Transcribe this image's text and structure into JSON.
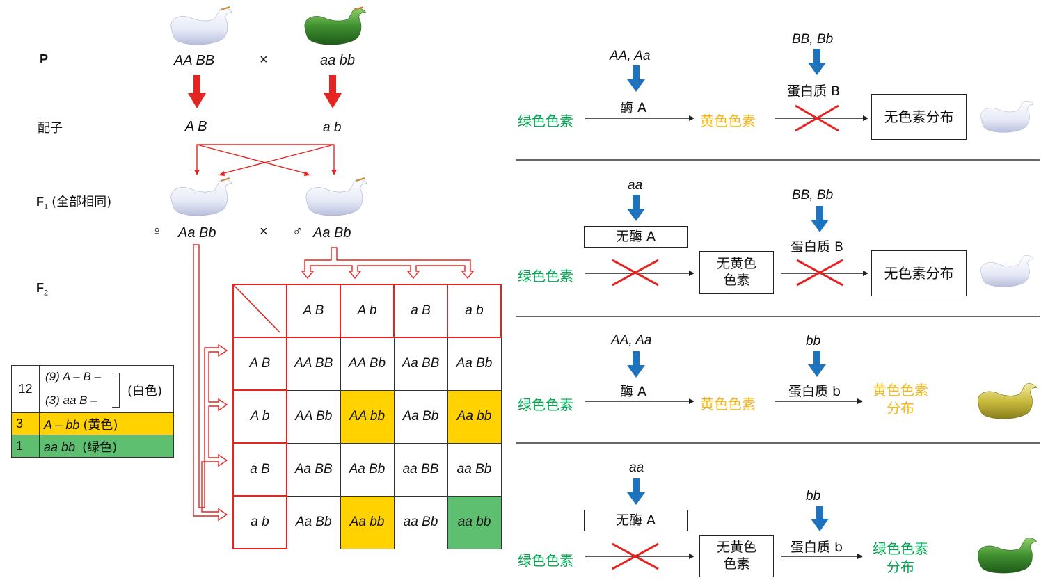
{
  "cross": {
    "P_label": "P",
    "parent_white": "AA BB",
    "cross_symbol": "×",
    "parent_green": "aa bb",
    "gamete_label": "配子",
    "gamete_1": "A B",
    "gamete_2": "a b",
    "F1_label_main": "F",
    "F1_sub": "1",
    "F1_note": "(全部相同)",
    "female_symbol": "♀",
    "female_genotype": "Aa Bb",
    "male_symbol": "♂",
    "male_genotype": "Aa Bb",
    "F2_label_main": "F",
    "F2_sub": "2"
  },
  "ratio_table": {
    "white_count": "12",
    "white_line1": "(9) A – B –",
    "white_line2": "(3) aa B –",
    "white_label": "(白色)",
    "yellow_count": "3",
    "yellow_geno": "A – bb",
    "yellow_label": "(黄色)",
    "green_count": "1",
    "green_geno": "aa bb",
    "green_label": "(绿色)"
  },
  "punnett": {
    "col_headers": [
      "A B",
      "A b",
      "a B",
      "a b"
    ],
    "row_headers": [
      "A B",
      "A b",
      "a B",
      "a b"
    ],
    "cells": [
      [
        "AA BB",
        "AA Bb",
        "Aa BB",
        "Aa Bb"
      ],
      [
        "AA Bb",
        "AA bb",
        "Aa Bb",
        "Aa bb"
      ],
      [
        "Aa BB",
        "Aa Bb",
        "aa BB",
        "aa Bb"
      ],
      [
        "Aa Bb",
        "Aa bb",
        "aa Bb",
        "aa bb"
      ]
    ]
  },
  "pathways": {
    "green_pigment": "绿色色素",
    "yellow_pigment": "黄色色素",
    "no_pigment": "无色素分布",
    "enzyme_A": "酶 A",
    "no_enzyme_A": "无酶 A",
    "protein_B": "蛋白质 B",
    "protein_b": "蛋白质 b",
    "no_yellow_1": "无黄色",
    "no_yellow_2": "色素",
    "yellow_dist_1": "黄色色素",
    "yellow_dist_2": "分布",
    "green_dist_1": "绿色色素",
    "green_dist_2": "分布",
    "row1_A": "AA, Aa",
    "row1_B": "BB, Bb",
    "row2_A": "aa",
    "row2_B": "BB, Bb",
    "row3_A": "AA, Aa",
    "row3_B": "bb",
    "row4_A": "aa",
    "row4_B": "bb"
  },
  "colors": {
    "red": "#e52421",
    "blue": "#1e73be",
    "pigment_green": "#00a651",
    "pigment_yellow": "#f7b718",
    "cell_yellow": "#ffd200",
    "cell_green": "#5dbf6f"
  }
}
